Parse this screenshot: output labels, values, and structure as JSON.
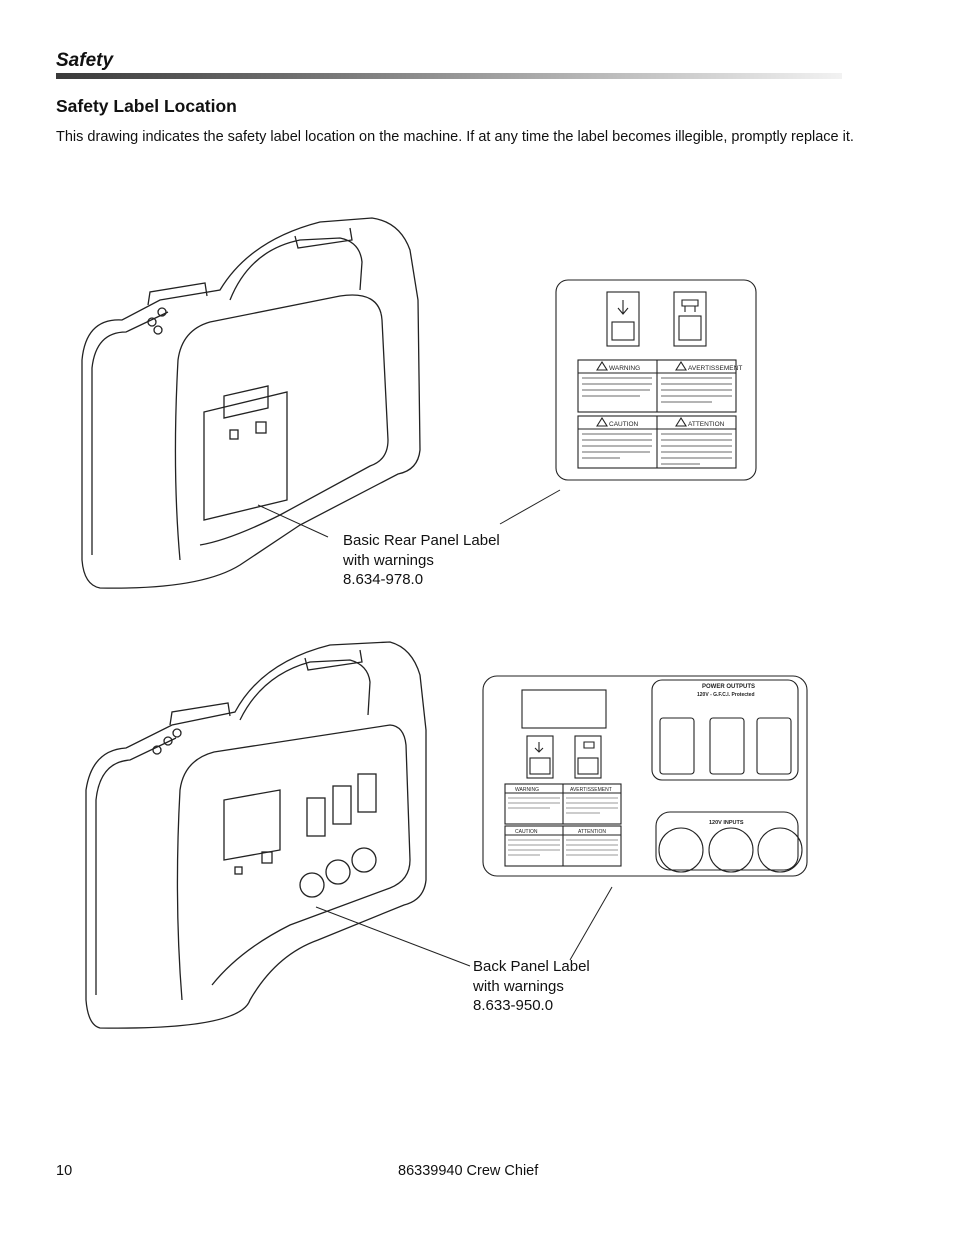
{
  "header": {
    "section": "Safety",
    "heading": "Safety Label Location",
    "intro": "This drawing indicates the safety label location on the machine. If at any time the label becomes illegible, promptly replace it."
  },
  "figure1": {
    "callout": [
      "Basic Rear Panel Label",
      "with warnings",
      "8.634-978.0"
    ],
    "label": {
      "warning": "WARNING",
      "avertissement": "AVERTISSEMENT",
      "caution": "CAUTION",
      "attention": "ATTENTION"
    }
  },
  "figure2": {
    "callout": [
      "Back Panel Label",
      "with warnings",
      "8.633-950.0"
    ],
    "label": {
      "power_outputs": "POWER OUTPUTS",
      "gfci": "120V -   G.F.C.I. Protected",
      "inputs": "120V  INPUTS",
      "warning": "WARNING",
      "avertissement": "AVERTISSEMENT",
      "caution": "CAUTION",
      "attention": "ATTENTION"
    }
  },
  "footer": {
    "page": "10",
    "doc": "86339940  Crew Chief"
  }
}
